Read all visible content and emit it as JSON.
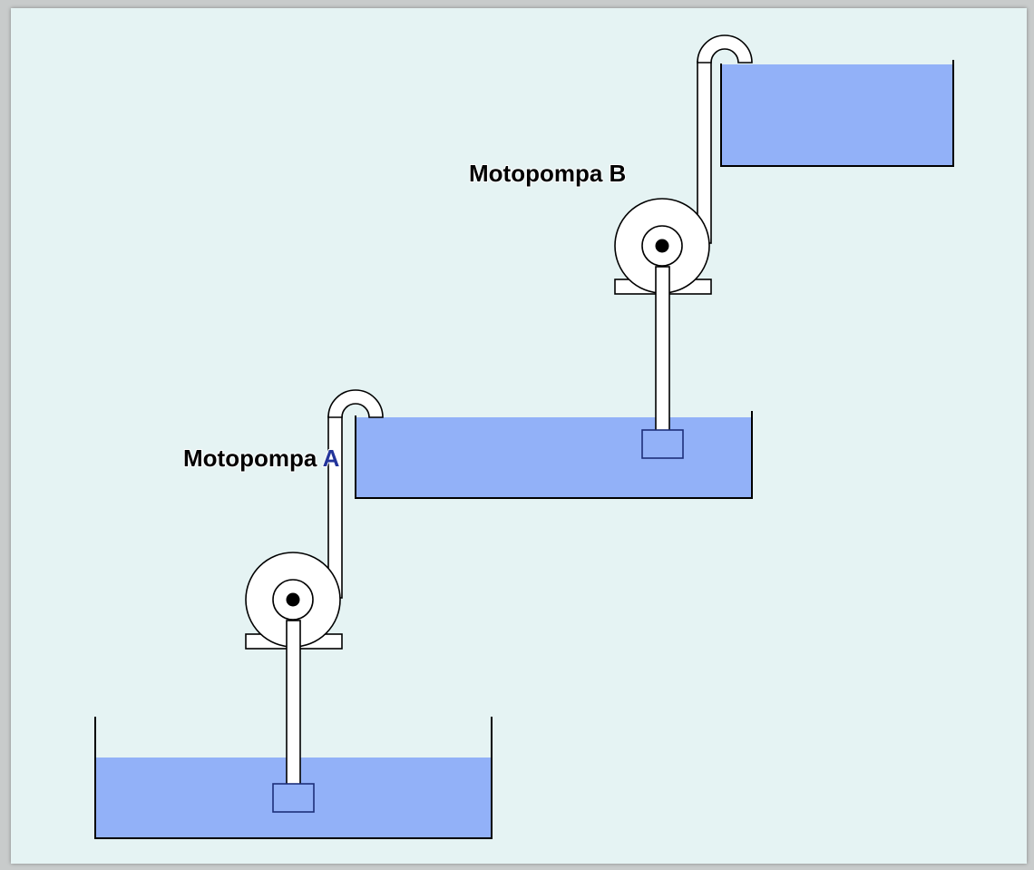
{
  "labels": {
    "pump_a": "Motopompa A",
    "pump_b": "Motopompa B"
  },
  "colors": {
    "background": "#e5f3f3",
    "water": "#92b1f8",
    "outline": "#000000",
    "pump_body": "#ffffff",
    "intake": "#92b1f8",
    "label_text": "#000000",
    "label_accent": "#23349a"
  },
  "components": {
    "tanks": [
      "lower-tank",
      "middle-tank",
      "upper-tank"
    ],
    "pumps": [
      "pump-a",
      "pump-b"
    ]
  }
}
